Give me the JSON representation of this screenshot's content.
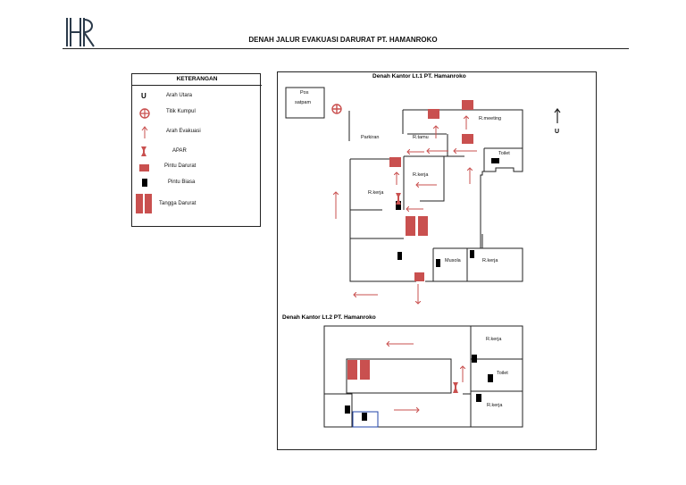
{
  "header": {
    "logo_text": "HR",
    "title": "DENAH JALUR EVAKUASI DARURAT PT. HAMANROKO"
  },
  "legend": {
    "heading": "KETERANGAN",
    "items": [
      {
        "icon": "north-letter",
        "symbol": "U",
        "label": "Arah Utara"
      },
      {
        "icon": "assembly-point-icon",
        "label": "Titik Kumpul"
      },
      {
        "icon": "evacuation-arrow-icon",
        "label": "Arah Evakuasi"
      },
      {
        "icon": "fire-extinguisher-icon",
        "label": "APAR"
      },
      {
        "icon": "emergency-door-icon",
        "label": "Pintu Darurat"
      },
      {
        "icon": "normal-door-icon",
        "label": "Pintu Biasa"
      },
      {
        "icon": "emergency-stairs-icon",
        "label": "Tangga Darurat"
      }
    ]
  },
  "floor1": {
    "title": "Denah Kantor Lt.1 PT. Hamanroko",
    "rooms": {
      "pos": "Pos",
      "satpam": "satpam",
      "parkiran": "Parkiran",
      "rtamu": "R.tamu",
      "rmeeting": "R.meeting",
      "toilet": "Toilet",
      "rkerja_center": "R.kerja",
      "rkerja_left": "R.kerja",
      "musola": "Musola",
      "rkerja_bottom": "R.kerja"
    },
    "north_symbol": "U"
  },
  "floor2": {
    "title": "Denah Kantor Lt.2 PT. Hamanroko",
    "rooms": {
      "rkerja_top": "R.kerja",
      "toilet": "Toilet",
      "rkerja_bottom": "R.kerja"
    }
  },
  "colors": {
    "emergency": "#c9504f",
    "wall": "#222222",
    "door": "#000000",
    "logo": "#2b3a4a"
  }
}
